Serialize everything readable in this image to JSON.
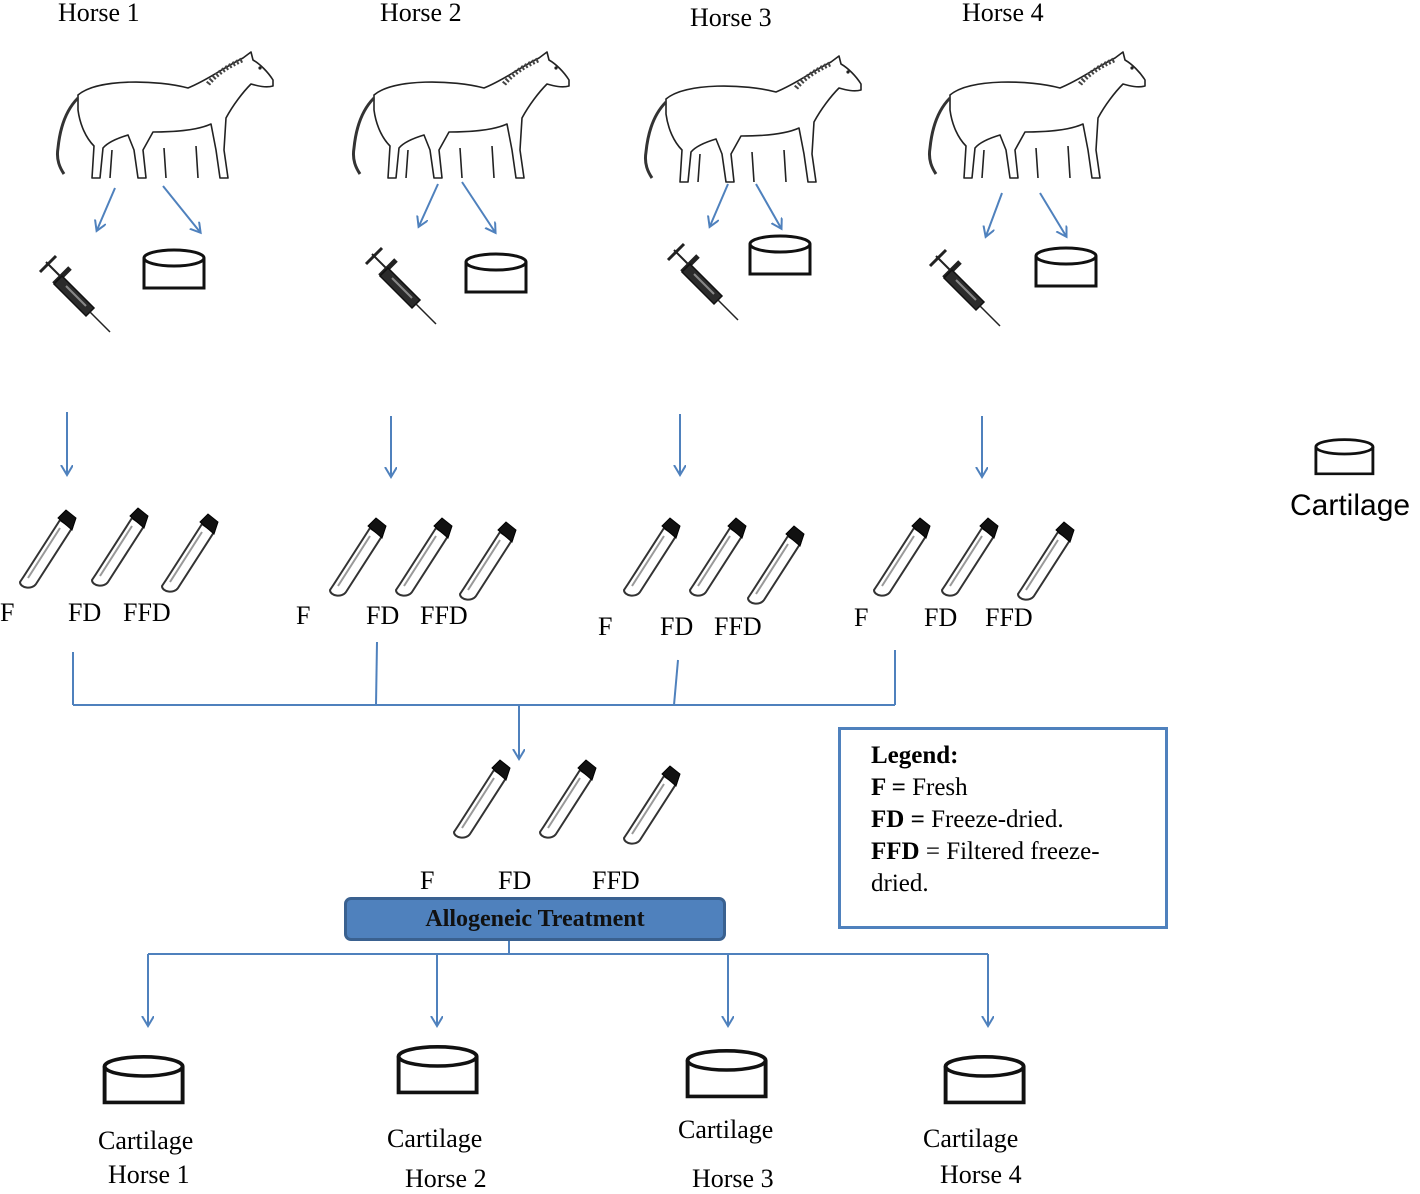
{
  "horses": [
    {
      "name": "Horse 1",
      "samples": [
        "F",
        "FD",
        "FFD"
      ],
      "result_label": "Cartilage",
      "result_horse": "Horse 1"
    },
    {
      "name": "Horse 2",
      "samples": [
        "F",
        "FD",
        "FFD"
      ],
      "result_label": "Cartilage",
      "result_horse": "Horse 2"
    },
    {
      "name": "Horse 3",
      "samples": [
        "F",
        "FD",
        "FFD"
      ],
      "result_label": "Cartilage",
      "result_horse": "Horse 3"
    },
    {
      "name": "Horse 4",
      "samples": [
        "F",
        "FD",
        "FFD"
      ],
      "result_label": "Cartilage",
      "result_horse": "Horse 4"
    }
  ],
  "pooled_samples": [
    "F",
    "FD",
    "FFD"
  ],
  "treatment_label": "Allogeneic Treatment",
  "side_key": {
    "label": "Cartilage"
  },
  "legend": {
    "title": "Legend:",
    "items": [
      {
        "abbr": "F =",
        "text": "Fresh"
      },
      {
        "abbr": "FD =",
        "text": "Freeze-dried."
      },
      {
        "abbr": "FFD",
        "text": "= Filtered  freeze-dried."
      }
    ]
  },
  "colors": {
    "arrow": "#4f81bd",
    "treatment_box": "#4f81bd",
    "legend_border": "#4f81bd"
  }
}
